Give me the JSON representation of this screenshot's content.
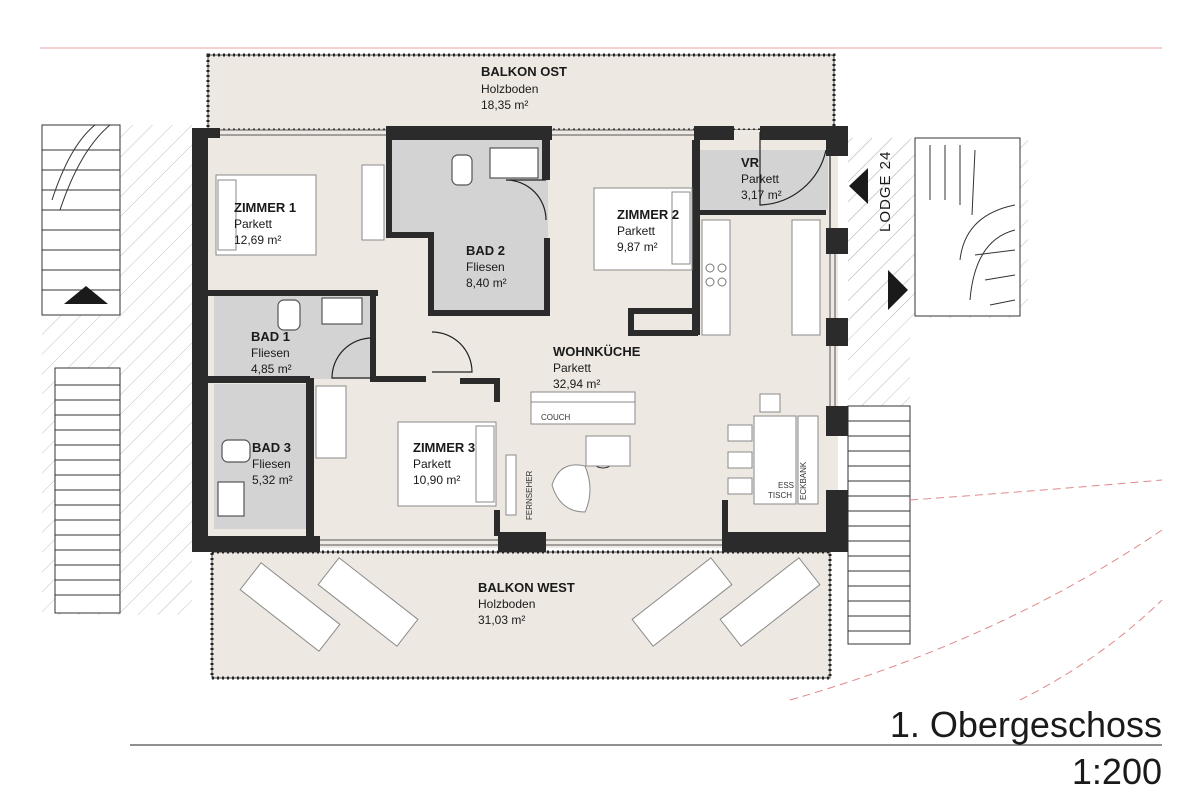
{
  "rooms": {
    "balkon_ost": {
      "name": "BALKON OST",
      "material": "Holzboden",
      "area": "18,35 m²"
    },
    "zimmer1": {
      "name": "ZIMMER 1",
      "material": "Parkett",
      "area": "12,69 m²"
    },
    "bad2": {
      "name": "BAD 2",
      "material": "Fliesen",
      "area": "8,40 m²"
    },
    "zimmer2": {
      "name": "ZIMMER 2",
      "material": "Parkett",
      "area": "9,87 m²"
    },
    "vr": {
      "name": "VR",
      "material": "Parkett",
      "area": "3,17 m²"
    },
    "bad1": {
      "name": "BAD 1",
      "material": "Fliesen",
      "area": "4,85 m²"
    },
    "wohnkueche": {
      "name": "WOHNKÜCHE",
      "material": "Parkett",
      "area": "32,94 m²"
    },
    "bad3": {
      "name": "BAD 3",
      "material": "Fliesen",
      "area": "5,32 m²"
    },
    "zimmer3": {
      "name": "ZIMMER 3",
      "material": "Parkett",
      "area": "10,90 m²"
    },
    "balkon_west": {
      "name": "BALKON WEST",
      "material": "Holzboden",
      "area": "31,03 m²"
    }
  },
  "furniture": {
    "couch": "COUCH",
    "fernseher": "FERNSEHER",
    "esstisch_line1": "ESS",
    "esstisch_line2": "TISCH",
    "eckbank": "ECKBANK"
  },
  "lodge_label": "LODGE 24",
  "title": {
    "floor": "1. Obergeschoss",
    "scale": "1:200"
  },
  "colors": {
    "floor_fill": "#ede8e1",
    "tile_fill": "#d3d3d3",
    "wall": "#2b2b2b",
    "red_line": "#e8a0a0"
  }
}
